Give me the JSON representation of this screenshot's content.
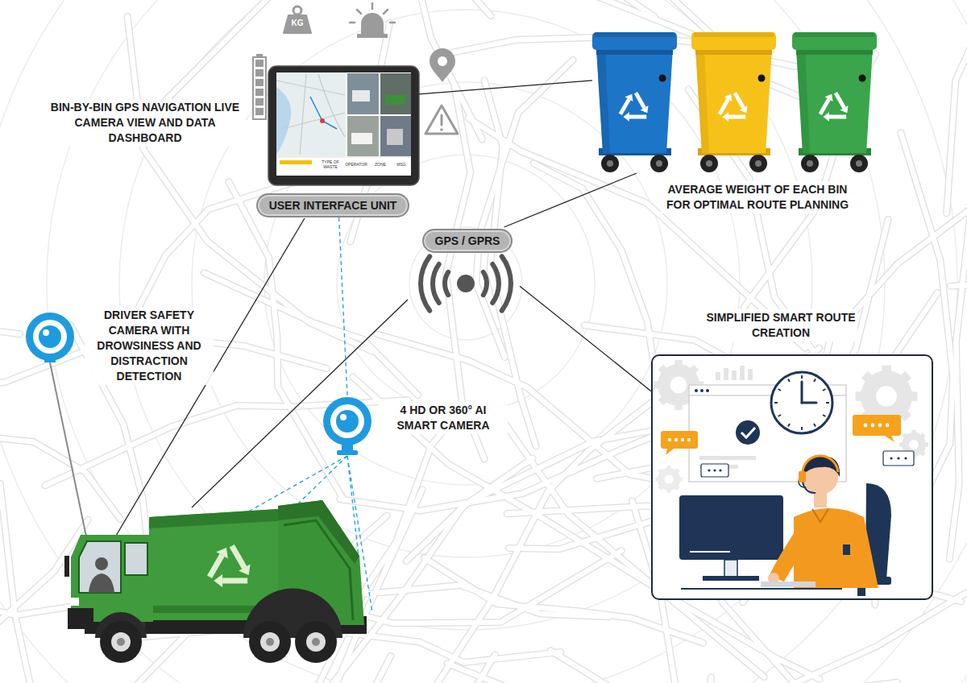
{
  "diagram": {
    "nodes": [
      {
        "text": [
          "BIN-BY-BIN GPS NAVIGATION LIVE CAMERA VIEW AND DATA DASHBOARD",
          "USER INTERFACE UNIT"
        ]
      },
      {
        "text": [
          "AVERAGE WEIGHT OF EACH BIN FOR OPTIMAL ROUTE PLANNING"
        ]
      },
      {
        "text": [
          "GPS / GPRS"
        ]
      },
      {
        "text": [
          "DRIVER SAFETY CAMERA WITH DROWSINESS AND DISTRACTION DETECTION"
        ]
      },
      {
        "text": [
          "4 HD OR 360° AI SMART CAMERA"
        ]
      },
      {
        "text": [
          "SIMPLIFIED SMART ROUTE CREATION"
        ]
      }
    ],
    "edges": [
      {
        "from": 0,
        "to": 1,
        "arrow": "none"
      },
      {
        "from": 2,
        "to": 1,
        "arrow": "none"
      },
      {
        "from": 2,
        "to": 5,
        "arrow": "none"
      },
      {
        "from": 0,
        "to": 4,
        "arrow": "none"
      }
    ],
    "labels": [
      "KG",
      "TYPE OF WASTE",
      "OPERATOR",
      "ZONE",
      "MSG"
    ]
  }
}
